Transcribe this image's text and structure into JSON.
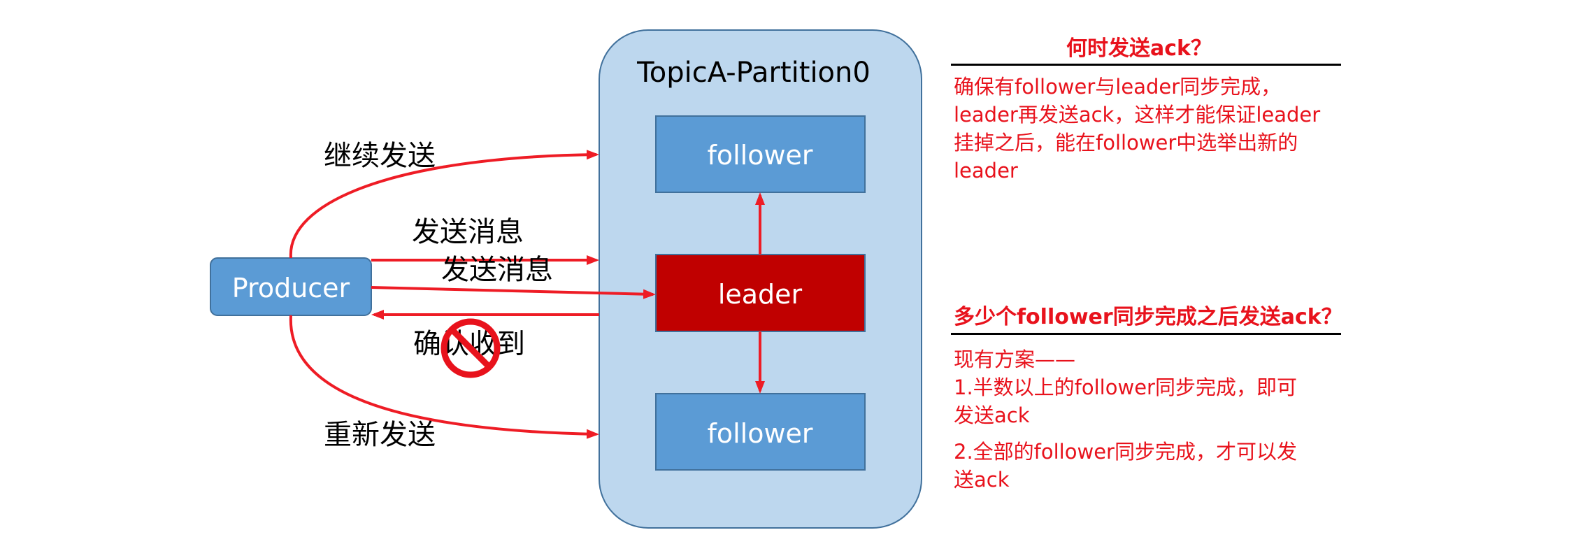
{
  "diagram": {
    "topic_label": "TopicA-Partition0",
    "producer_label": "Producer",
    "leader_label": "leader",
    "follower_top_label": "follower",
    "follower_bottom_label": "follower",
    "edges": {
      "continue_send": "继续发送",
      "send_message_1": "发送消息",
      "send_message_2": "发送消息",
      "confirm_received": "确认收到",
      "resend": "重新发送"
    },
    "no_symbol_icon": "prohibited-icon"
  },
  "right_panel": {
    "q1_title": "何时发送ack？",
    "q1_lines": [
      "确保有follower与leader同步完成，",
      "leader再发送ack，这样才能保证leader",
      "挂掉之后，能在follower中选举出新的",
      "leader"
    ],
    "q2_title": "多少个follower同步完成之后发送ack？",
    "q2_intro": "现有方案——",
    "q2_opt1_lines": [
      "1.半数以上的follower同步完成，即可",
      "发送ack"
    ],
    "q2_opt2_lines": [
      "2.全部的follower同步完成，才可以发",
      "送ack"
    ]
  },
  "colors": {
    "partition_fill": "#bdd7ee",
    "partition_stroke": "#41719c",
    "blue_box": "#5b9bd5",
    "blue_box_stroke": "#41719c",
    "leader_fill": "#c00000",
    "arrow_red": "#ee1c25",
    "annotation_red": "#e8121c"
  }
}
